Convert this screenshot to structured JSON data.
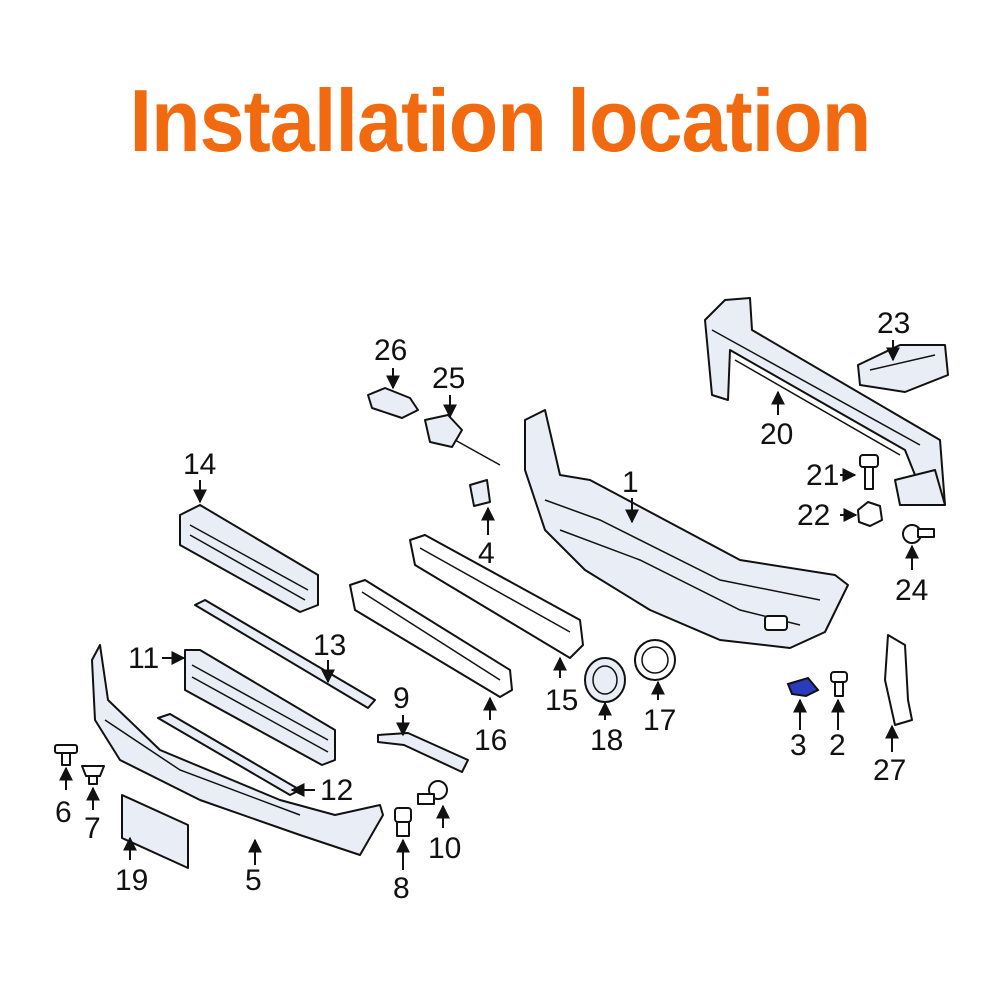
{
  "title": "Installation location",
  "colors": {
    "title": "#f26a10",
    "highlight": "#2b3bbd",
    "part_fill": "#e9eef6"
  },
  "callouts": {
    "c1": "1",
    "c2": "2",
    "c3": "3",
    "c4": "4",
    "c5": "5",
    "c6": "6",
    "c7": "7",
    "c8": "8",
    "c9": "9",
    "c10": "10",
    "c11": "11",
    "c12": "12",
    "c13": "13",
    "c14": "14",
    "c15": "15",
    "c16": "16",
    "c17": "17",
    "c18": "18",
    "c19": "19",
    "c20": "20",
    "c21": "21",
    "c22": "22",
    "c23": "23",
    "c24": "24",
    "c25": "25",
    "c26": "26",
    "c27": "27"
  }
}
